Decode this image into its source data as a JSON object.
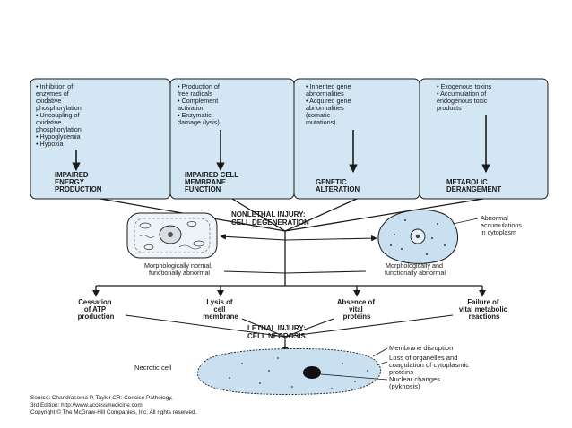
{
  "causes": [
    {
      "bullets": [
        "• Inhibition of",
        "  enzymes of",
        "  oxidative",
        "  phosphorylation",
        "• Uncoupling of",
        "  oxidative",
        "  phosphorylation",
        "• Hypoglycemia",
        "• Hypoxia"
      ],
      "result": [
        "IMPAIRED",
        "ENERGY",
        "PRODUCTION"
      ]
    },
    {
      "bullets": [
        "• Production of",
        "  free radicals",
        "• Complement",
        "  activation",
        "• Enzymatic",
        "  damage (lysis)"
      ],
      "result": [
        "IMPAIRED CELL",
        "MEMBRANE",
        "FUNCTION"
      ]
    },
    {
      "bullets": [
        "• Inherited gene",
        "  abnormalities",
        "• Acquired gene",
        "  abnormalities",
        "  (somatic",
        "  mutations)"
      ],
      "result": [
        "GENETIC",
        "ALTERATION"
      ]
    },
    {
      "bullets": [
        "• Exogenous toxins",
        "• Accumulation of",
        "  endogenous toxic",
        "  products"
      ],
      "result": [
        "METABOLIC",
        "DERANGEMENT"
      ]
    }
  ],
  "nonlethal": {
    "title": [
      "NONLETHAL INJURY:",
      "CELL DEGENERATION"
    ]
  },
  "left_cell_caption": [
    "Morphologically normal,",
    "functionally abnormal"
  ],
  "right_cell_caption": [
    "Morphologically and",
    "functionally abnormal"
  ],
  "abnormal_label": [
    "Abnormal",
    "accumulations",
    "in cytoplasm"
  ],
  "outcomes": [
    [
      "Cessation",
      "of ATP",
      "production"
    ],
    [
      "Lysis of",
      "cell",
      "membrane"
    ],
    [
      "Absence of",
      "vital",
      "proteins"
    ],
    [
      "Failure of",
      "vital metabolic",
      "reactions"
    ]
  ],
  "lethal": {
    "title": [
      "LETHAL INJURY:",
      "CELL NECROSIS"
    ]
  },
  "necrotic_label": "Necrotic cell",
  "necrosis_labels": [
    [
      "Membrane disruption"
    ],
    [
      "Loss of organelles and",
      "coagulation of cytoplasmic",
      "proteins"
    ],
    [
      "Nuclear changes",
      "(pyknosis)"
    ]
  ],
  "source": {
    "line1": "Source: Chandrasoma P, Taylor CR: Concise Pathology,",
    "line2": "3rd Edition: http://www.accessmedicine.com",
    "line3": "Copyright © The McGraw-Hill Companies, Inc. All rights reserved."
  },
  "colors": {
    "panel": "#d3e6f4",
    "cell": "#c8e0f0",
    "ink": "#1a1a1a"
  }
}
